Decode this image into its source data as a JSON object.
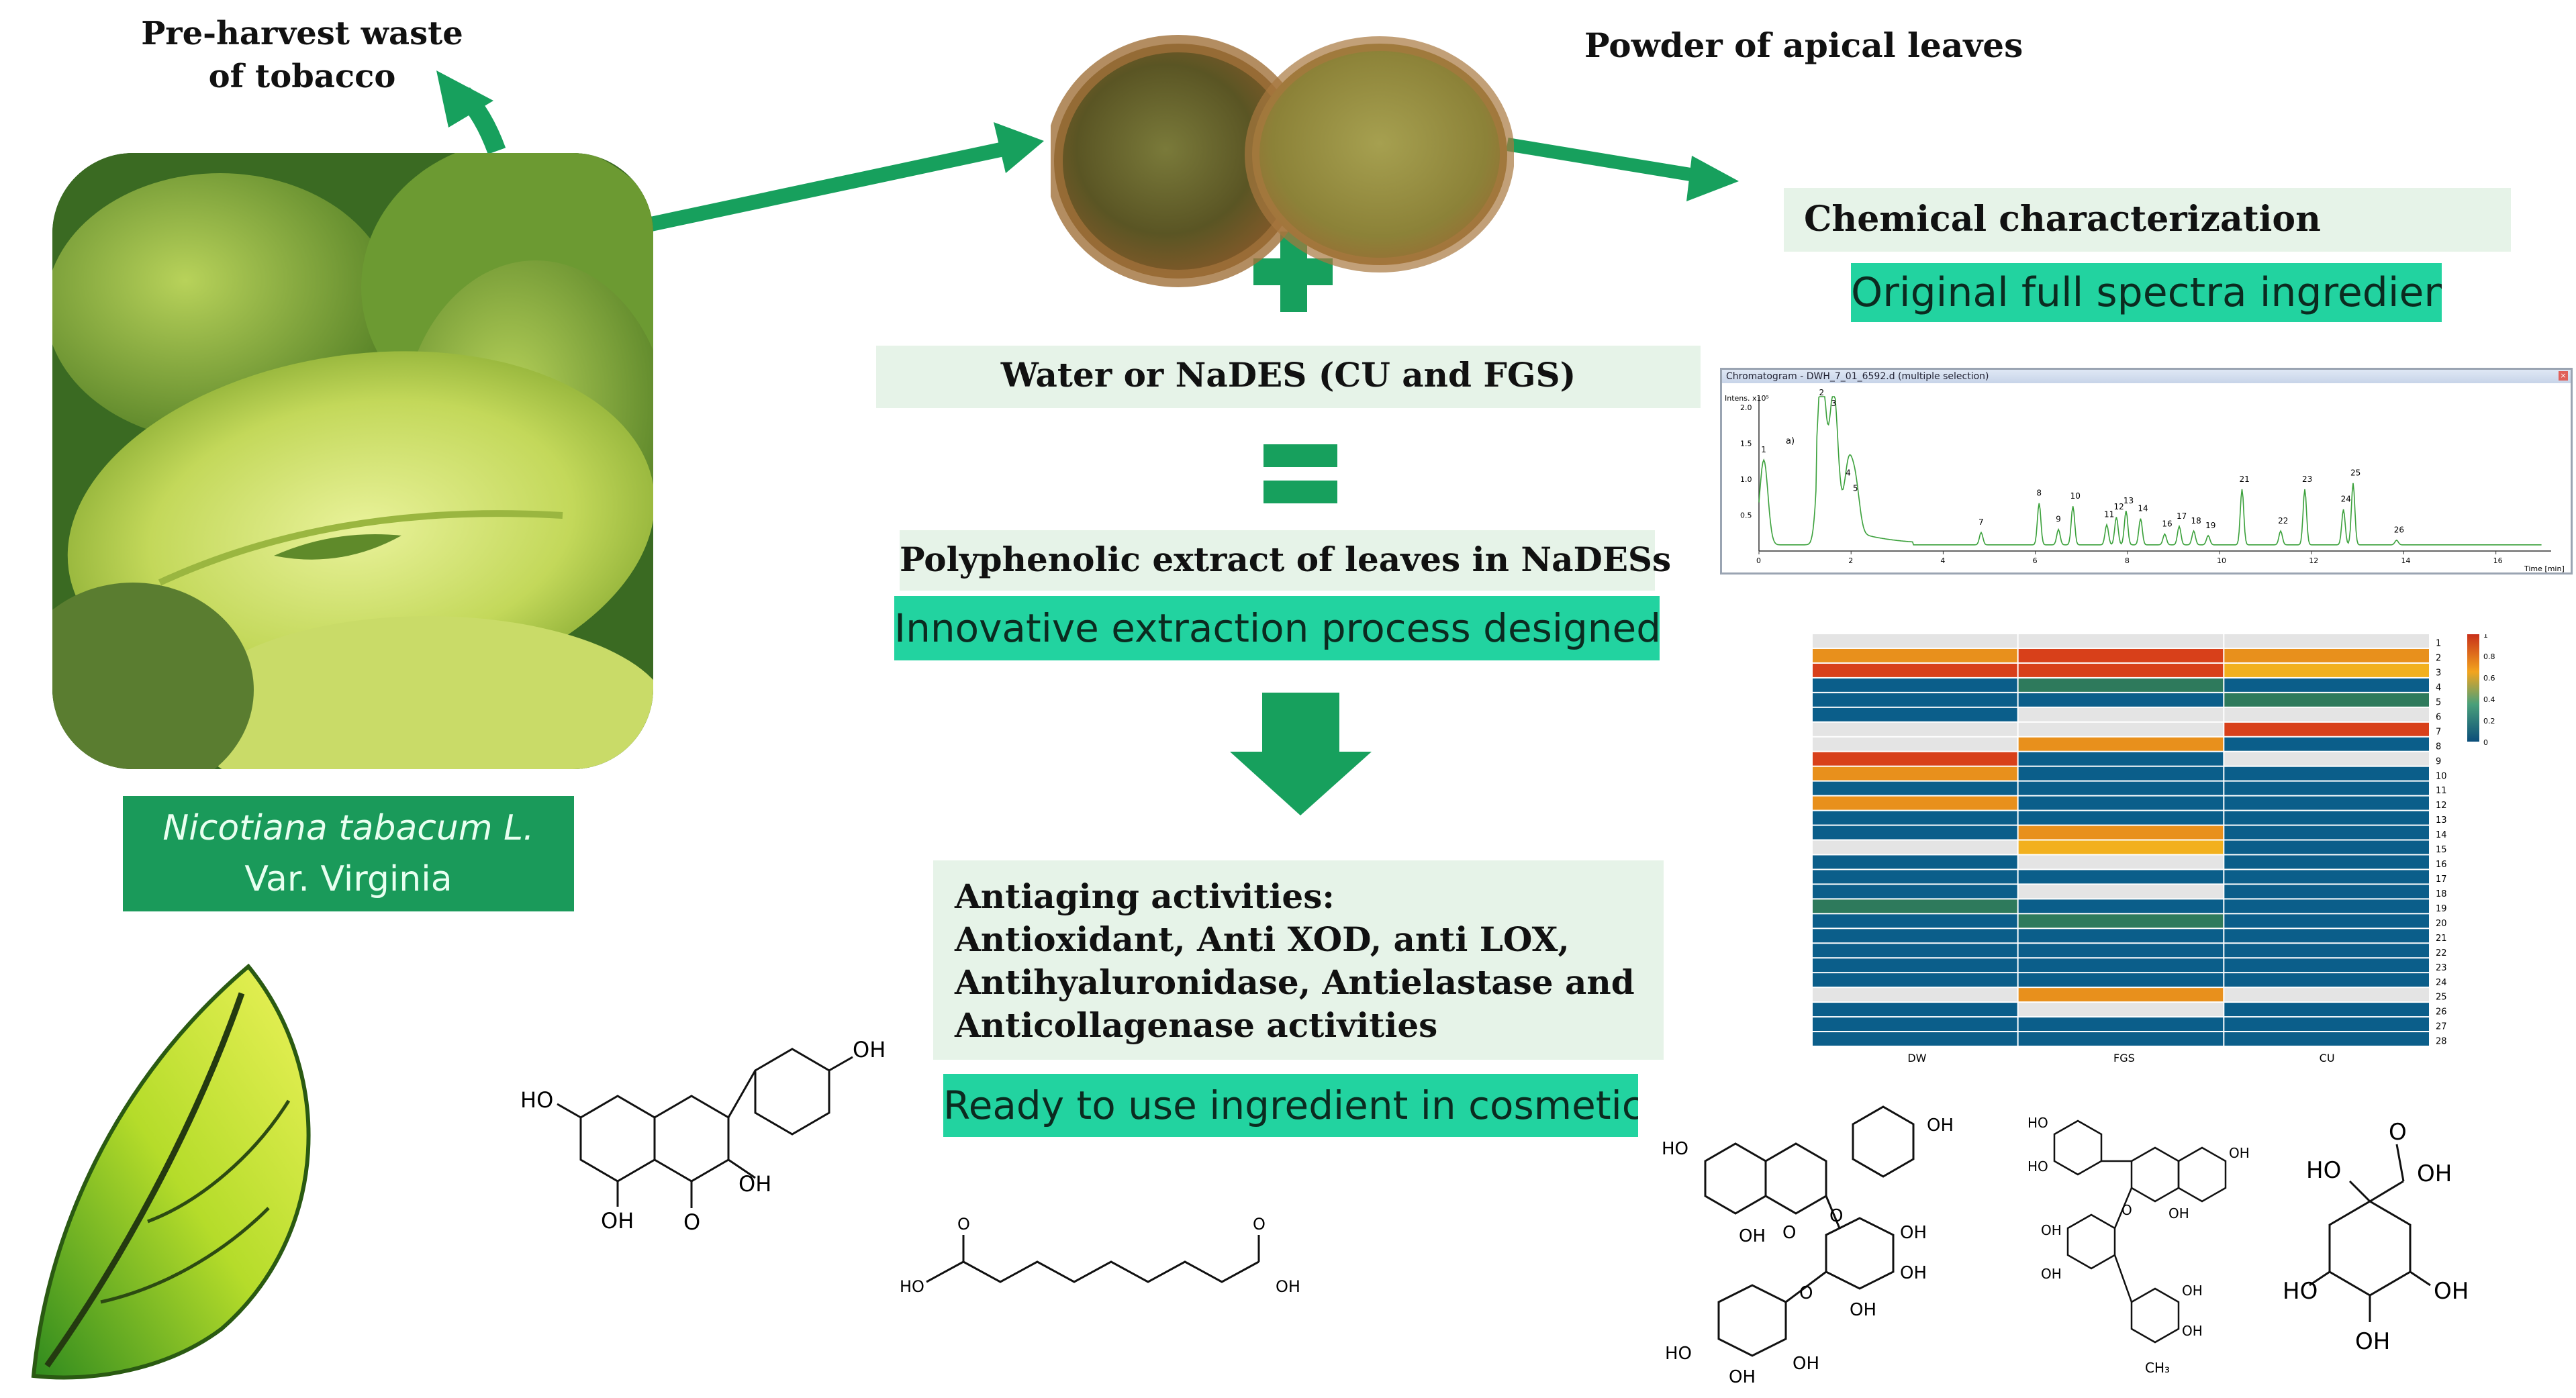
{
  "labels": {
    "preharvest_line1": "Pre-harvest waste",
    "preharvest_line2": "of tobacco",
    "powder": "Powder of apical leaves",
    "chemical": "Chemical characterization",
    "original_spectra": "Original full spectra ingredient",
    "water_nades": "Water or NaDES (CU and FGS)",
    "polyphenolic": "Polyphenolic extract of leaves in NaDESs",
    "innovative": "Innovative extraction process designed",
    "species_line1": "Nicotiana tabacum L.",
    "species_line2": "Var. Virginia",
    "antiaging_line1": "Antiaging activities:",
    "antiaging_line2": "Antioxidant, Anti XOD, anti LOX,",
    "antiaging_line3": "Antihyaluronidase, Antielastase and",
    "antiaging_line4": "Anticollagenase activities",
    "ready": "Ready to use ingredient in cosmetic"
  },
  "chromatogram": {
    "window_title": "Chromatogram - DWH_7_01_6592.d (multiple selection)",
    "x_axis_label": "Time [min]",
    "y_axis_label": "Intens. x10⁵",
    "panel_label": "a)",
    "x_ticks": [
      "0",
      "2",
      "4",
      "6",
      "8",
      "10",
      "12",
      "14",
      "16"
    ],
    "y_ticks": [
      "0.5",
      "1.0",
      "1.5",
      "2.0"
    ],
    "peaks": [
      "1",
      "2",
      "3",
      "4",
      "5",
      "7",
      "8",
      "9",
      "10",
      "11",
      "12",
      "13",
      "14",
      "16",
      "17",
      "18",
      "19",
      "21",
      "22",
      "23",
      "24",
      "25",
      "26"
    ]
  },
  "heatmap": {
    "columns": [
      "DW",
      "FGS",
      "CU"
    ],
    "rows": [
      "1",
      "2",
      "3",
      "4",
      "5",
      "6",
      "7",
      "8",
      "9",
      "10",
      "11",
      "12",
      "13",
      "14",
      "15",
      "16",
      "17",
      "18",
      "19",
      "20",
      "21",
      "22",
      "23",
      "24",
      "25",
      "26",
      "27",
      "28"
    ],
    "colorbar_ticks": [
      "1",
      "0.8",
      "0.6",
      "0.4",
      "0.2",
      "0"
    ]
  },
  "molecules": {
    "kaempferol": [
      "HO",
      "OH",
      "OH",
      "OH",
      "O"
    ],
    "azelaic": [
      "HO",
      "OH",
      "O",
      "O"
    ],
    "glycoside1": [
      "HO",
      "OH",
      "OH",
      "O",
      "O",
      "OH",
      "OH",
      "OH",
      "HO",
      "OH",
      "OH",
      "O"
    ],
    "glycoside2": [
      "HO",
      "HO",
      "OH",
      "O",
      "OH",
      "OH",
      "OH",
      "OH",
      "OH",
      "CH₃"
    ],
    "quinic": [
      "HO",
      "OH",
      "O",
      "HO",
      "OH",
      "OH"
    ]
  },
  "colors": {
    "arrow_green": "#17a05d",
    "dark_green_box": "#1a9a5a",
    "teal_box": "#22d3a0",
    "light_box": "#e6f3e8"
  }
}
